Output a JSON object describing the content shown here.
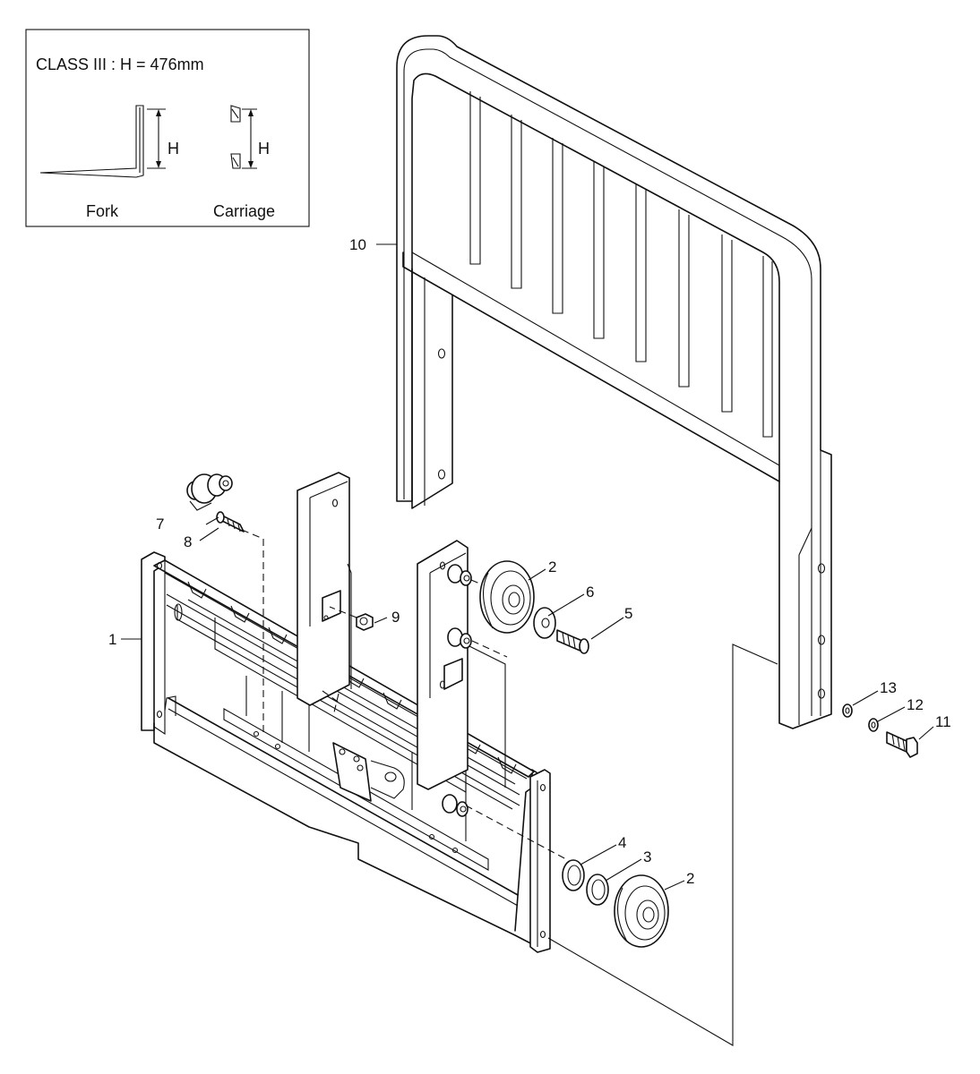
{
  "inset": {
    "class_label": "CLASS III : H = 476mm",
    "fork_label": "Fork",
    "carriage_label": "Carriage",
    "h_label": "H"
  },
  "callouts": [
    "1",
    "2",
    "3",
    "4",
    "5",
    "6",
    "7",
    "8",
    "9",
    "10",
    "11",
    "12",
    "13"
  ]
}
